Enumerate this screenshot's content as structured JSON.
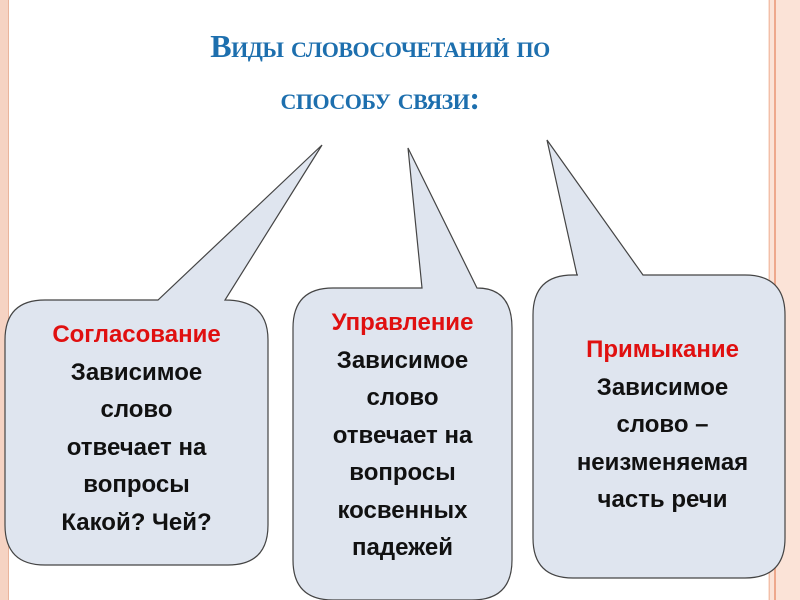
{
  "title": {
    "line1": "Виды словосочетаний по",
    "line2": "способу связи:"
  },
  "colors": {
    "title": "#1d6fae",
    "heading": "#e01010",
    "bubble_fill": "#dfe5ef",
    "bubble_stroke": "#444444"
  },
  "bubbles": [
    {
      "heading": "Согласование",
      "lines": [
        "Зависимое",
        "слово",
        "отвечает на",
        "вопросы",
        "Какой? Чей?"
      ]
    },
    {
      "heading": "Управление",
      "lines": [
        "Зависимое",
        "слово",
        "отвечает на",
        "вопросы",
        "косвенных",
        "падежей"
      ]
    },
    {
      "heading": "Примыкание",
      "lines": [
        "Зависимое",
        "слово –",
        "неизменяемая",
        "часть речи"
      ]
    }
  ]
}
